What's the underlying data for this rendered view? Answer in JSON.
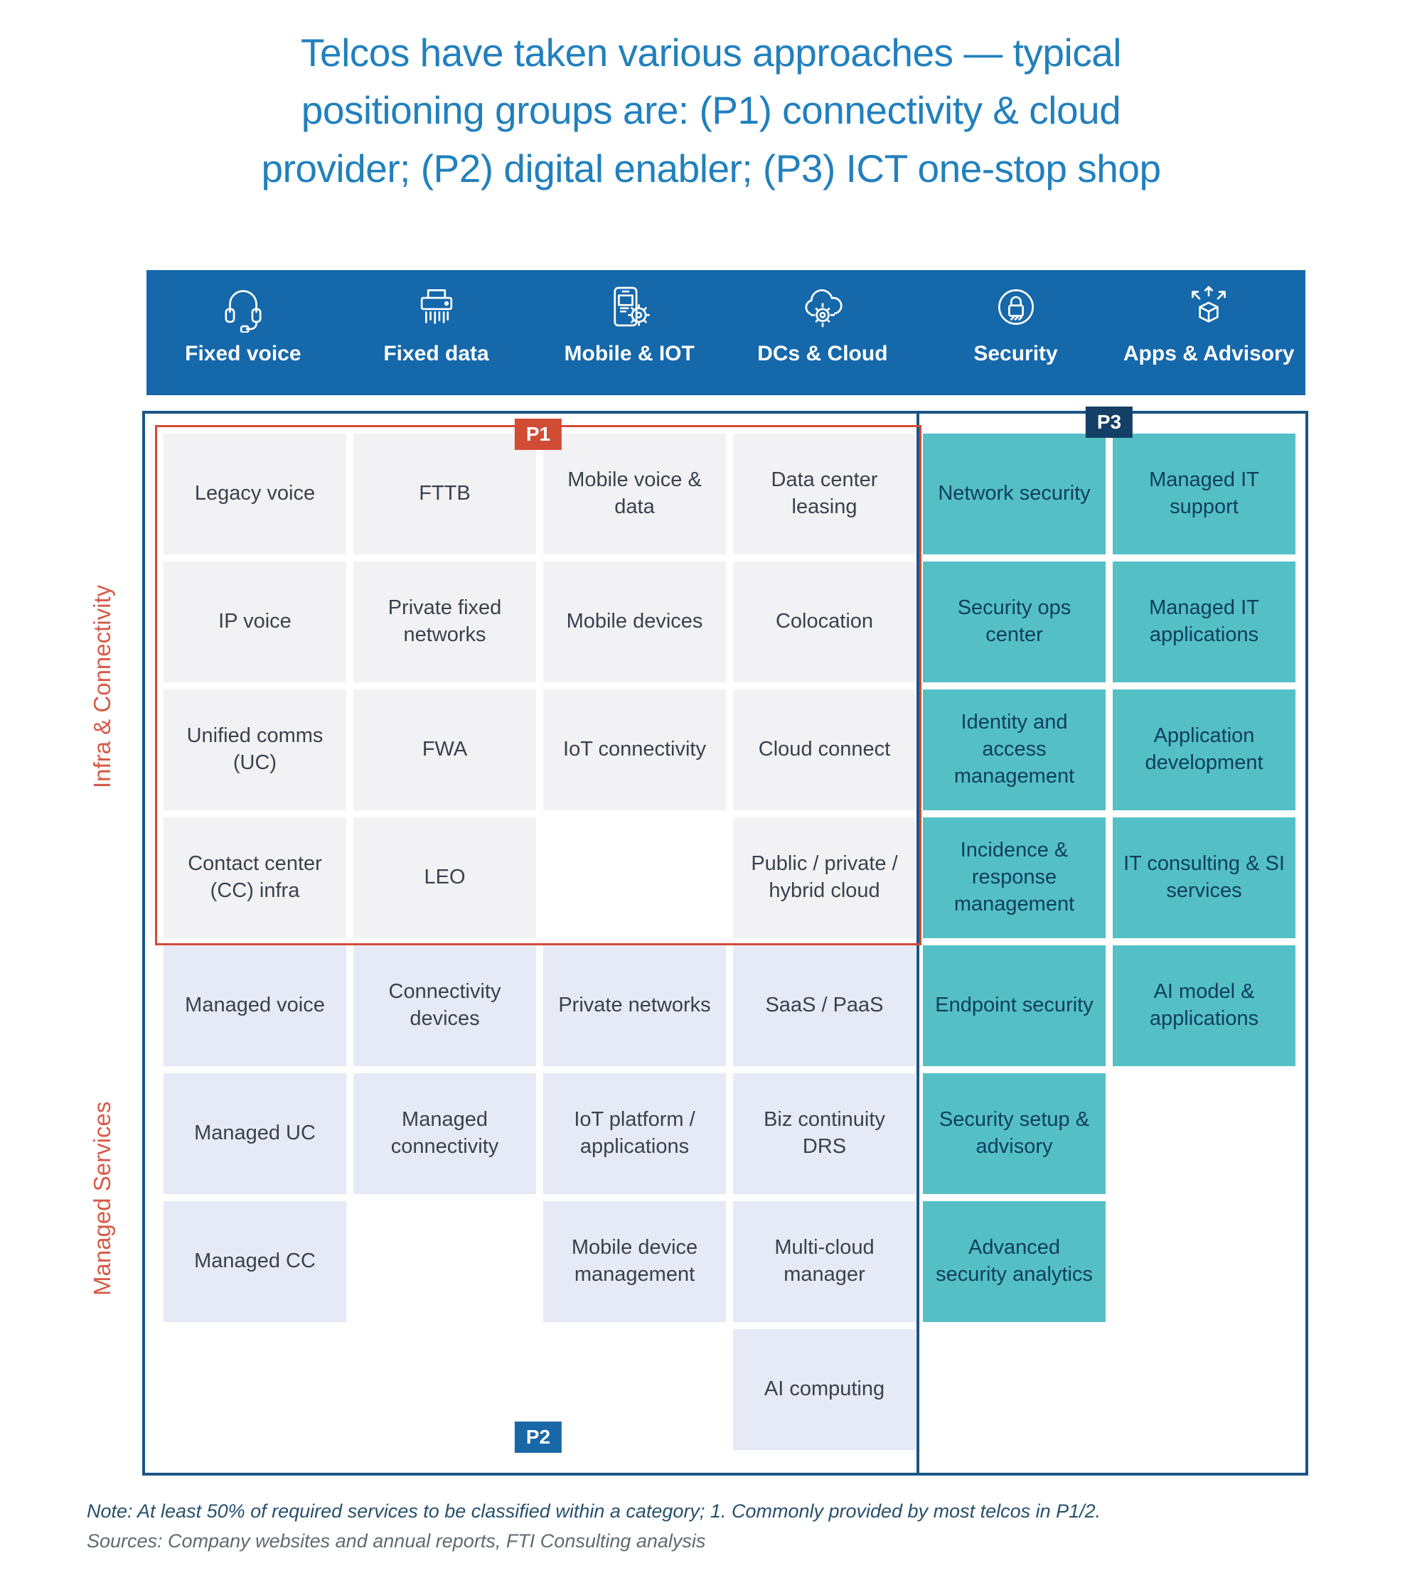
{
  "title": {
    "lines": [
      "Telcos have taken various approaches — typical",
      "positioning groups are: (P1) connectivity & cloud",
      "provider; (P2) digital enabler; (P3) ICT one-stop shop"
    ]
  },
  "header": {
    "columns": [
      {
        "label": "Fixed voice",
        "icon": "headset-icon"
      },
      {
        "label": "Fixed data",
        "icon": "data-feed-icon"
      },
      {
        "label": "Mobile & IOT",
        "icon": "mobile-gear-icon"
      },
      {
        "label": "DCs & Cloud",
        "icon": "cloud-gear-icon"
      },
      {
        "label": "Security",
        "icon": "padlock-circle-icon"
      },
      {
        "label": "Apps & Advisory",
        "icon": "cube-arrows-icon"
      }
    ]
  },
  "badges": {
    "p1": "P1",
    "p2": "P2",
    "p3": "P3"
  },
  "row_groups": [
    {
      "label": "Infra & Connectivity"
    },
    {
      "label": "Managed Services"
    }
  ],
  "matrix": {
    "rows": [
      [
        "Legacy voice",
        "FTTB",
        "Mobile voice & data",
        "Data center leasing",
        "Network security",
        "Managed IT support"
      ],
      [
        "IP voice",
        "Private fixed networks",
        "Mobile devices",
        "Colocation",
        "Security ops center",
        "Managed IT applications"
      ],
      [
        "Unified comms (UC)",
        "FWA",
        "IoT connectivity",
        "Cloud connect",
        "Identity and access management",
        "Application development"
      ],
      [
        "Contact center (CC) infra",
        "LEO",
        "",
        "Public / private / hybrid cloud",
        "Incidence & response management",
        "IT consulting & SI services"
      ],
      [
        "Managed voice",
        "Connectivity devices",
        "Private networks",
        "SaaS / PaaS",
        "Endpoint security",
        "AI model & applications"
      ],
      [
        "Managed UC",
        "Managed connectivity",
        "IoT platform / applications",
        "Biz continuity DRS",
        "Security setup & advisory",
        ""
      ],
      [
        "Managed CC",
        "",
        "Mobile device management",
        "Multi-cloud manager",
        "Advanced security analytics",
        ""
      ],
      [
        "",
        "",
        "",
        "AI computing",
        "",
        ""
      ]
    ]
  },
  "footnotes": {
    "note": "Note: At least 50% of required services to be classified within a category; 1. Commonly provided by most telcos in P1/2.",
    "sources": "Sources: Company websites and annual reports, FTI Consulting analysis"
  },
  "colors": {
    "title_blue": "#2180bd",
    "header_bar_blue": "#1568aa",
    "outer_border_blue": "#1a5586",
    "p1_red": "#d14b35",
    "p2_blue": "#1a67a8",
    "p3_navy": "#143f66",
    "teal_cell": "#54c0c6",
    "teal_text": "#0f3d5f",
    "infra_cell_gray": "#f2f2f5",
    "managed_cell_lavender": "#e6eaf7",
    "side_label_red": "#d65a47"
  }
}
